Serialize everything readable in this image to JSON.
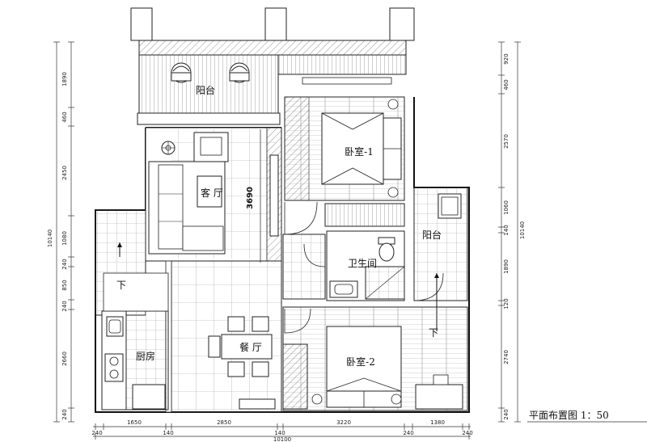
{
  "rooms": {
    "balcony_top": "阳台",
    "living": "客 厅",
    "bedroom1": "卧室-1",
    "bathroom": "卫生间",
    "balcony_right": "阳台",
    "kitchen": "厨房",
    "dining": "餐 厅",
    "bedroom2": "卧室-2"
  },
  "markers": {
    "down_left": "下",
    "down_right": "下",
    "room_width": "3690"
  },
  "title": "平面布置图 1：50",
  "dims": {
    "left": [
      "1890",
      "460",
      "2450",
      "1080",
      "240",
      "850",
      "240",
      "2660",
      "240"
    ],
    "left_total": "10140",
    "right": [
      "920",
      "460",
      "2570",
      "1060",
      "140",
      "1890",
      "120",
      "2740",
      "240"
    ],
    "right_total": "10140",
    "bottom": [
      "240",
      "1650",
      "140",
      "2850",
      "140",
      "3220",
      "240",
      "1380",
      "240"
    ],
    "bottom_total": "10100"
  }
}
